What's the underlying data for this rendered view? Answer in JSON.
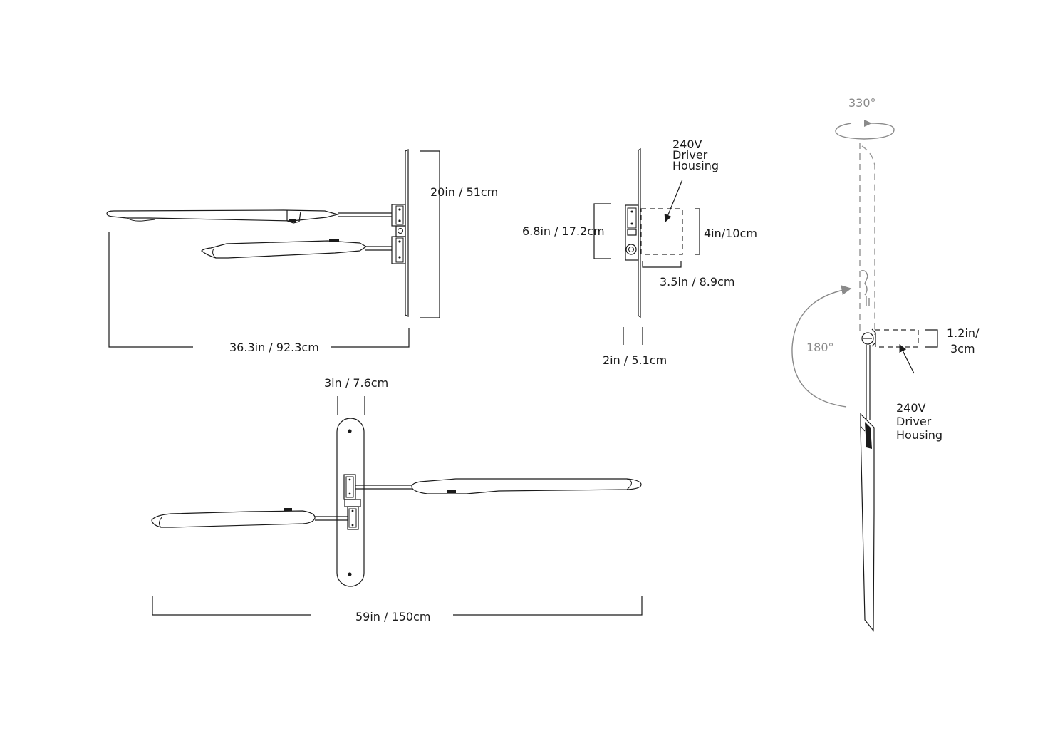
{
  "colors": {
    "line": "#1a1a1a",
    "annotation_gray": "#8a8a8a",
    "background": "#ffffff"
  },
  "side_view": {
    "height_dim": "20in / 51cm",
    "projection_dim": "36.3in / 92.3cm"
  },
  "detail_view": {
    "driver_label_line1": "240V",
    "driver_label_line2": "Driver",
    "driver_label_line3": "Housing",
    "box_height_dim": "6.8in / 17.2cm",
    "driver_height_dim": "4in/10cm",
    "driver_depth_dim": "3.5in / 8.9cm",
    "plate_depth_dim": "2in / 5.1cm"
  },
  "front_view": {
    "plate_width_dim": "3in / 7.6cm",
    "span_dim": "59in / 150cm"
  },
  "rotation_view": {
    "swivel_angle": "330°",
    "tilt_angle": "180°",
    "driver_dim_line1": "1.2in/",
    "driver_dim_line2": "3cm",
    "driver_label_line1": "240V",
    "driver_label_line2": "Driver",
    "driver_label_line3": "Housing"
  }
}
